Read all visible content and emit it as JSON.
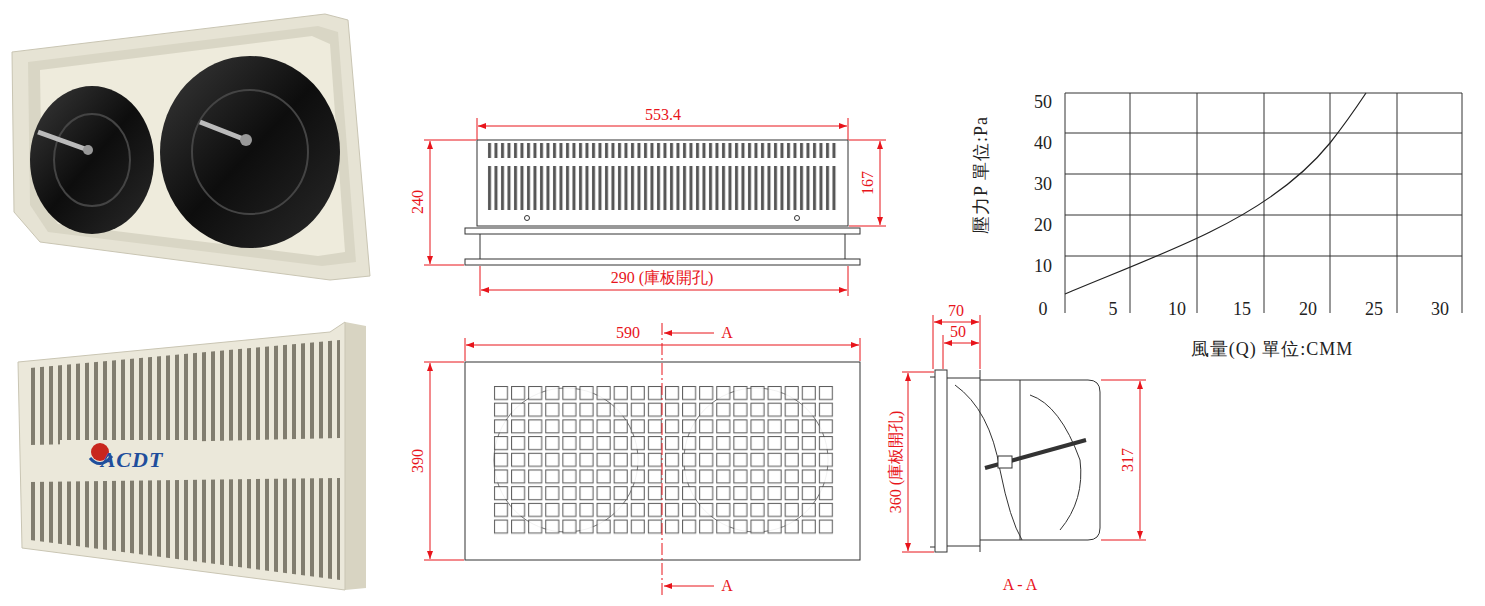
{
  "diagram": {
    "labels": [
      "ACDT",
      "553.4",
      "240",
      "167",
      "290 (庫板開孔)",
      "590",
      "A",
      "A",
      "390",
      "70",
      "50",
      "360 (庫板開孔)",
      "317",
      "A - A",
      "壓力P 單位:Pa",
      "50",
      "40",
      "30",
      "20",
      "10",
      "0",
      "5",
      "10",
      "15",
      "20",
      "25",
      "30",
      "風量(Q) 單位:CMM"
    ]
  }
}
